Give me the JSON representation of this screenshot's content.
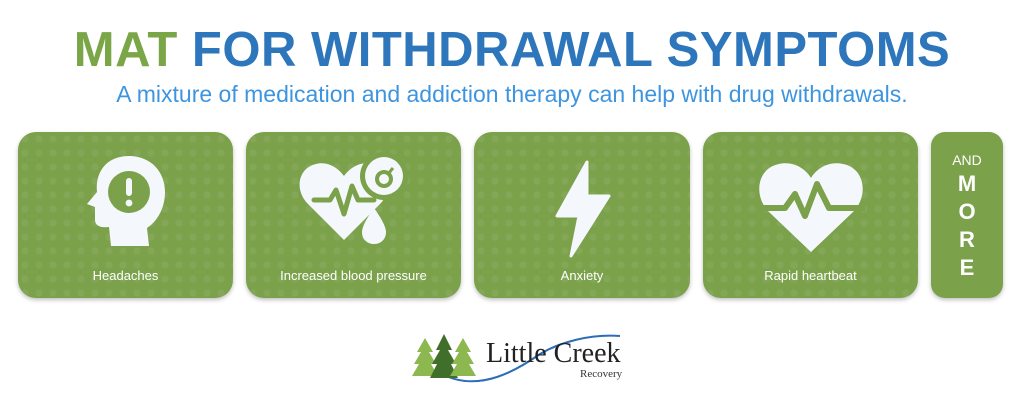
{
  "header": {
    "title_green": "MAT",
    "title_blue": "FOR WITHDRAWAL SYMPTOMS",
    "subtitle": "A mixture of medication and addiction therapy can help with drug withdrawals."
  },
  "cards": [
    {
      "label": "Headaches",
      "icon": "head-alert-icon"
    },
    {
      "label": "Increased blood pressure",
      "icon": "heart-pressure-icon"
    },
    {
      "label": "Anxiety",
      "icon": "lightning-icon"
    },
    {
      "label": "Rapid heartbeat",
      "icon": "heartbeat-icon"
    }
  ],
  "more": {
    "and": "AND",
    "letters": [
      "M",
      "O",
      "R",
      "E"
    ]
  },
  "logo": {
    "name": "Little Creek",
    "sub": "Recovery"
  },
  "colors": {
    "green": "#7aa648",
    "blue": "#2e76bb",
    "light_blue": "#3d95e0",
    "card": "#7ba14b"
  }
}
